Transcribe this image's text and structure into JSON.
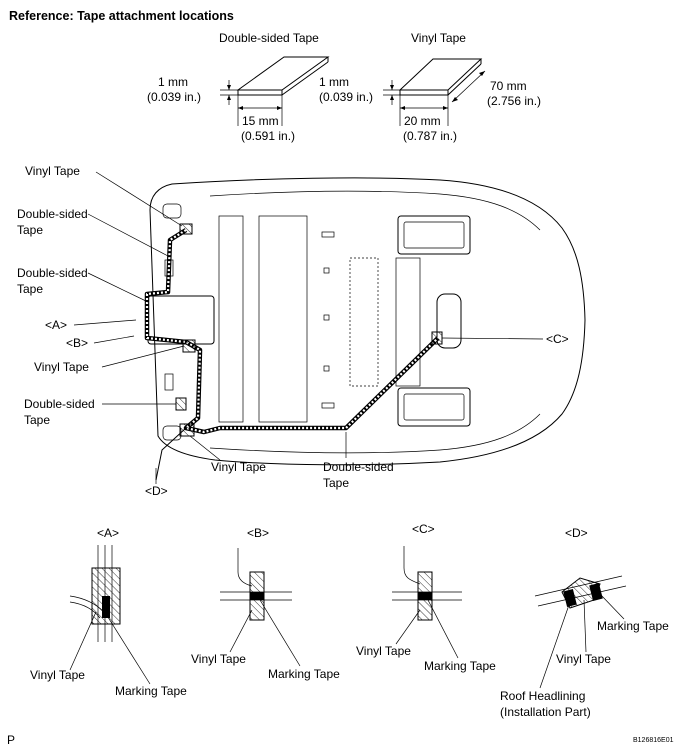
{
  "title": "Reference: Tape attachment locations",
  "tape_specs": {
    "double_sided": {
      "name": "Double-sided Tape",
      "thickness_mm": "1 mm",
      "thickness_in": "(0.039 in.)",
      "width_mm": "15 mm",
      "width_in": "(0.591 in.)"
    },
    "vinyl": {
      "name": "Vinyl Tape",
      "thickness_mm": "1 mm",
      "thickness_in": "(0.039 in.)",
      "width_mm": "20 mm",
      "width_in": "(0.787 in.)",
      "length_mm": "70 mm",
      "length_in": "(2.756 in.)"
    }
  },
  "main_callouts": {
    "vinyl_1": "Vinyl Tape",
    "double_1a": "Double-sided",
    "double_1b": "Tape",
    "double_2a": "Double-sided",
    "double_2b": "Tape",
    "a": "<A>",
    "b": "<B>",
    "vinyl_2": "Vinyl Tape",
    "double_3a": "Double-sided",
    "double_3b": "Tape",
    "vinyl_3": "Vinyl Tape",
    "d": "<D>",
    "double_4a": "Double-sided",
    "double_4b": "Tape",
    "c": "<C>"
  },
  "details": {
    "a": {
      "label": "<A>",
      "vinyl": "Vinyl Tape",
      "marking": "Marking Tape"
    },
    "b": {
      "label": "<B>",
      "vinyl": "Vinyl Tape",
      "marking": "Marking Tape"
    },
    "c": {
      "label": "<C>",
      "vinyl": "Vinyl Tape",
      "marking": "Marking Tape"
    },
    "d": {
      "label": "<D>",
      "marking": "Marking Tape",
      "vinyl": "Vinyl Tape",
      "roof_a": "Roof Headlining",
      "roof_b": "(Installation Part)"
    }
  },
  "footer": {
    "left": "P",
    "code": "B126816E01"
  }
}
